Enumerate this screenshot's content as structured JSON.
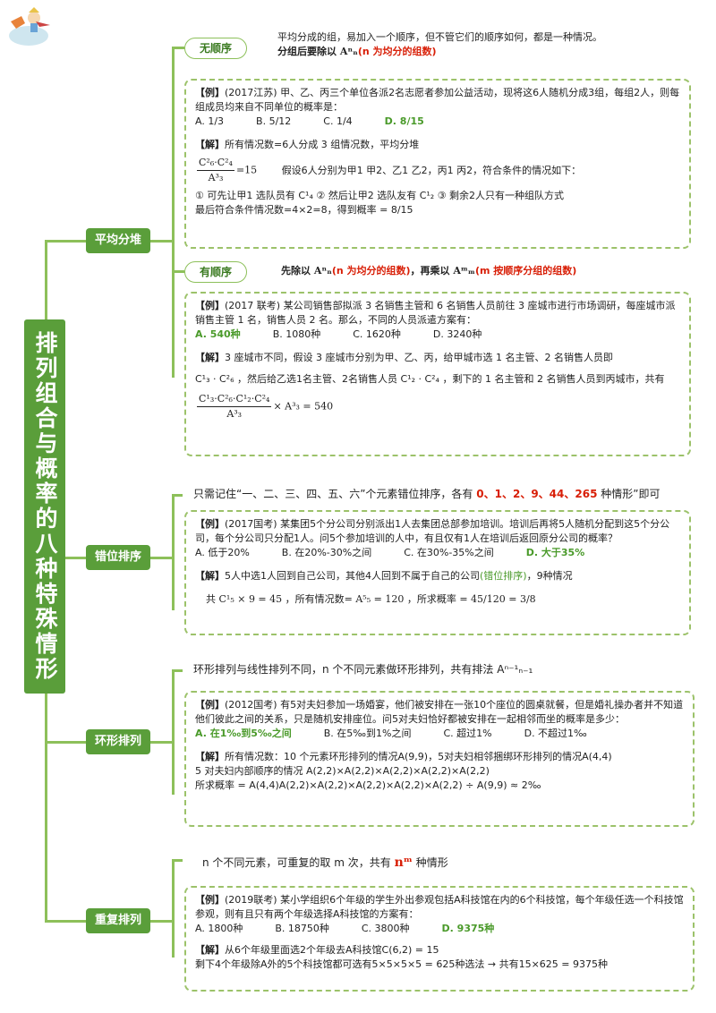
{
  "main_title": "排列组合与概率的八种特殊情形",
  "sections": {
    "s1": {
      "label": "平均分堆",
      "sub_a": {
        "label": "无顺序",
        "line1": "平均分成的组，易加入一个顺序，但不管它们的顺序如何，都是一种情况。",
        "line2_pre": "分组后要除以 ",
        "line2_sym": "Aⁿₙ",
        "line2_red": "(n 为均分的组数)"
      },
      "ex1": {
        "q_tag": "【例】",
        "q": "(2017江苏) 甲、乙、丙三个单位各派2名志愿者参加公益活动，现将这6人随机分成3组，每组2人，则每组成员均来自不同单位的概率是：",
        "opts": [
          "A. 1/3",
          "B. 5/12",
          "C. 1/4",
          "D. 8/15"
        ],
        "s_tag": "【解】",
        "s1": "所有情况数=6人分成 3 组情况数，平均分堆",
        "s2_formula": "=15",
        "s2_text": "假设6人分别为甲1 甲2、乙1 乙2，丙1 丙2，符合条件的情况如下：",
        "s3": "① 可先让甲1 选队员有 C¹₄   ② 然后让甲2 选队友有 C¹₂   ③ 剩余2人只有一种组队方式",
        "s4": "最后符合条件情况数=4×2=8，得到概率 = 8/15"
      },
      "sub_b": {
        "label": "有顺序",
        "pre": "先除以 ",
        "sym1": "Aⁿₙ",
        "red1": "(n 为均分的组数)",
        "mid": "，再乘以 ",
        "sym2": "Aᵐₘ",
        "red2": "(m 按顺序分组的组数)"
      },
      "ex2": {
        "q_tag": "【例】",
        "q": "(2017 联考) 某公司销售部拟派 3 名销售主管和 6 名销售人员前往 3 座城市进行市场调研，每座城市派销售主管 1 名，销售人员 2 名。那么，不同的人员派遣方案有：",
        "opts": [
          "A. 540种",
          "B. 1080种",
          "C. 1620种",
          "D. 3240种"
        ],
        "s_tag": "【解】",
        "s1": "3 座城市不同，假设 3 座城市分别为甲、乙、丙，给甲城市选 1 名主管、2 名销售人员即",
        "s2": "C¹₃ · C²₆ ，然后给乙选1名主管、2名销售人员 C¹₂ · C²₄ ，剩下的 1 名主管和 2 名销售人员到丙城市，共有",
        "s3": "× A³₃ = 540"
      }
    },
    "s2": {
      "label": "错位排序",
      "intro_pre": "只需记住“一、二、三、四、五、六”个元素错位排序，各有 ",
      "intro_red": "0、1、2、9、44、265",
      "intro_post": " 种情形”即可",
      "ex": {
        "q_tag": "【例】",
        "q": "(2017国考) 某集团5个分公司分别派出1人去集团总部参加培训。培训后再将5人随机分配到这5个分公司，每个分公司只分配1人。问5个参加培训的人中，有且仅有1人在培训后返回原分公司的概率？",
        "opts": [
          "A. 低于20%",
          "B. 在20%-30%之间",
          "C. 在30%-35%之间",
          "D. 大于35%"
        ],
        "s_tag": "【解】",
        "s1_pre": "5人中选1人回到自己公司，其他4人回到不属于自己的公司",
        "s1_green": "(错位排序)",
        "s1_post": "，9种情况",
        "s2": "共 C¹₅ × 9 = 45 ，所有情况数= A⁵₅ = 120 ，所求概率 = 45/120 = 3/8"
      }
    },
    "s3": {
      "label": "环形排列",
      "intro": "环形排列与线性排列不同，n 个不同元素做环形排列，共有排法  Aⁿ⁻¹ₙ₋₁",
      "ex": {
        "q_tag": "【例】",
        "q": "(2012国考) 有5对夫妇参加一场婚宴，他们被安排在一张10个座位的圆桌就餐，但是婚礼操办者并不知道他们彼此之间的关系，只是随机安排座位。问5对夫妇恰好都被安排在一起相邻而坐的概率是多少：",
        "opts": [
          "A. 在1‰到5‰之间",
          "B. 在5‰到1%之间",
          "C. 超过1%",
          "D. 不超过1‰"
        ],
        "s_tag": "【解】",
        "s1": "所有情况数：10 个元素环形排列的情况A(9,9)，5对夫妇相邻捆绑环形排列的情况A(4,4)",
        "s2": "5 对夫妇内部顺序的情况 A(2,2)×A(2,2)×A(2,2)×A(2,2)×A(2,2)",
        "s3": "所求概率 = A(4,4)A(2,2)×A(2,2)×A(2,2)×A(2,2)×A(2,2) ÷ A(9,9) ≈ 2‰"
      }
    },
    "s4": {
      "label": "重复排列",
      "intro_pre": "n 个不同元素，可重复的取 m 次，共有 ",
      "intro_red": "nᵐ",
      "intro_post": " 种情形",
      "ex": {
        "q_tag": "【例】",
        "q": "(2019联考) 某小学组织6个年级的学生外出参观包括A科技馆在内的6个科技馆，每个年级任选一个科技馆参观，则有且只有两个年级选择A科技馆的方案有：",
        "opts": [
          "A. 1800种",
          "B. 18750种",
          "C. 3800种",
          "D. 9375种"
        ],
        "s_tag": "【解】",
        "s1": "从6个年级里面选2个年级去A科技馆C(6,2) = 15",
        "s2": "剩下4个年级除A外的5个科技馆都可选有5×5×5×5 = 625种选法 → 共有15×625 = 9375种"
      }
    }
  },
  "colors": {
    "green": "#5a9e3a",
    "line": "#8dc05a",
    "red": "#d81e06",
    "answer": "#4a9a2a"
  },
  "icons": {
    "logo": "little-prince-fox-logo"
  }
}
